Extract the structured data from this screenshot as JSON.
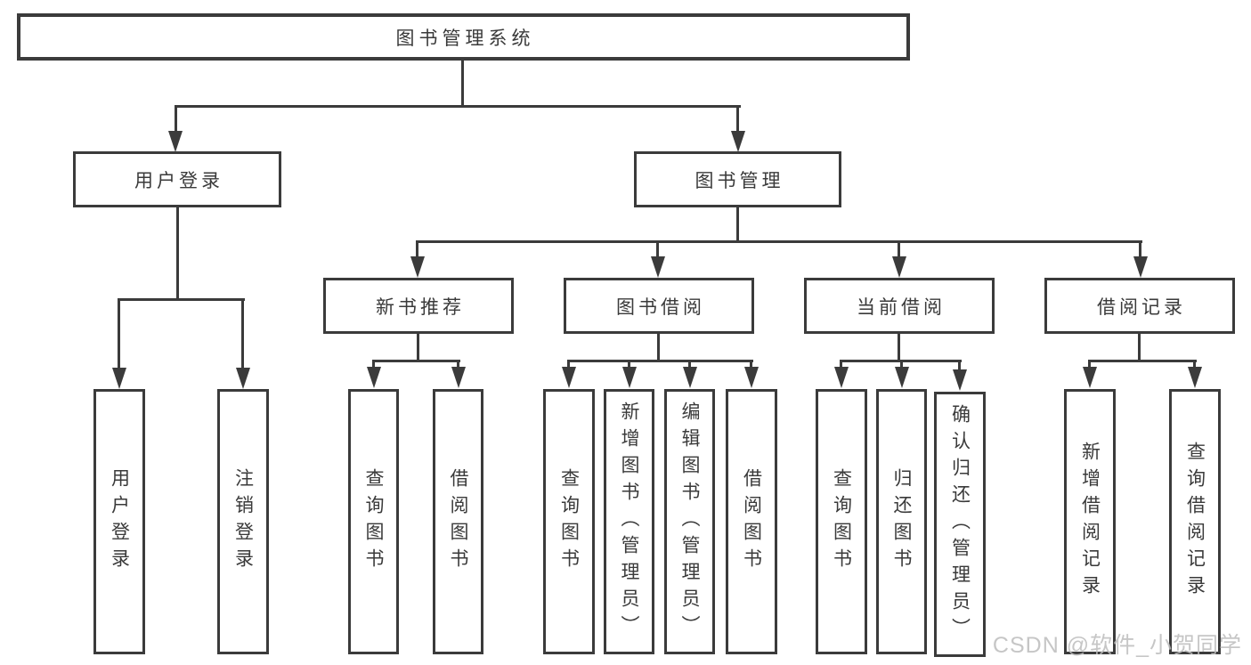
{
  "diagram": {
    "root": "图书管理系统",
    "level2": {
      "user_login": "用户登录",
      "book_mgmt": "图书管理"
    },
    "level3": {
      "new_books": "新书推荐",
      "book_borrow": "图书借阅",
      "current_borrow": "当前借阅",
      "borrow_records": "借阅记录"
    },
    "leaves": {
      "login": "用户登录",
      "logout": "注销登录",
      "nb_query": "查询图书",
      "nb_borrow": "借阅图书",
      "bb_query": "查询图书",
      "bb_add": "新增图书（管理员）",
      "bb_edit": "编辑图书（管理员）",
      "bb_borrow": "借阅图书",
      "cb_query": "查询图书",
      "cb_return": "归还图书",
      "cb_confirm": "确认归还（管理员）",
      "br_add": "新增借阅记录",
      "br_query": "查询借阅记录"
    }
  },
  "watermark": "CSDN @软件_小贺同学",
  "colors": {
    "line": "#3B3B3B",
    "text": "#3A3A3A",
    "background": "#FFFFFF",
    "watermark": "#BDBDBD"
  }
}
